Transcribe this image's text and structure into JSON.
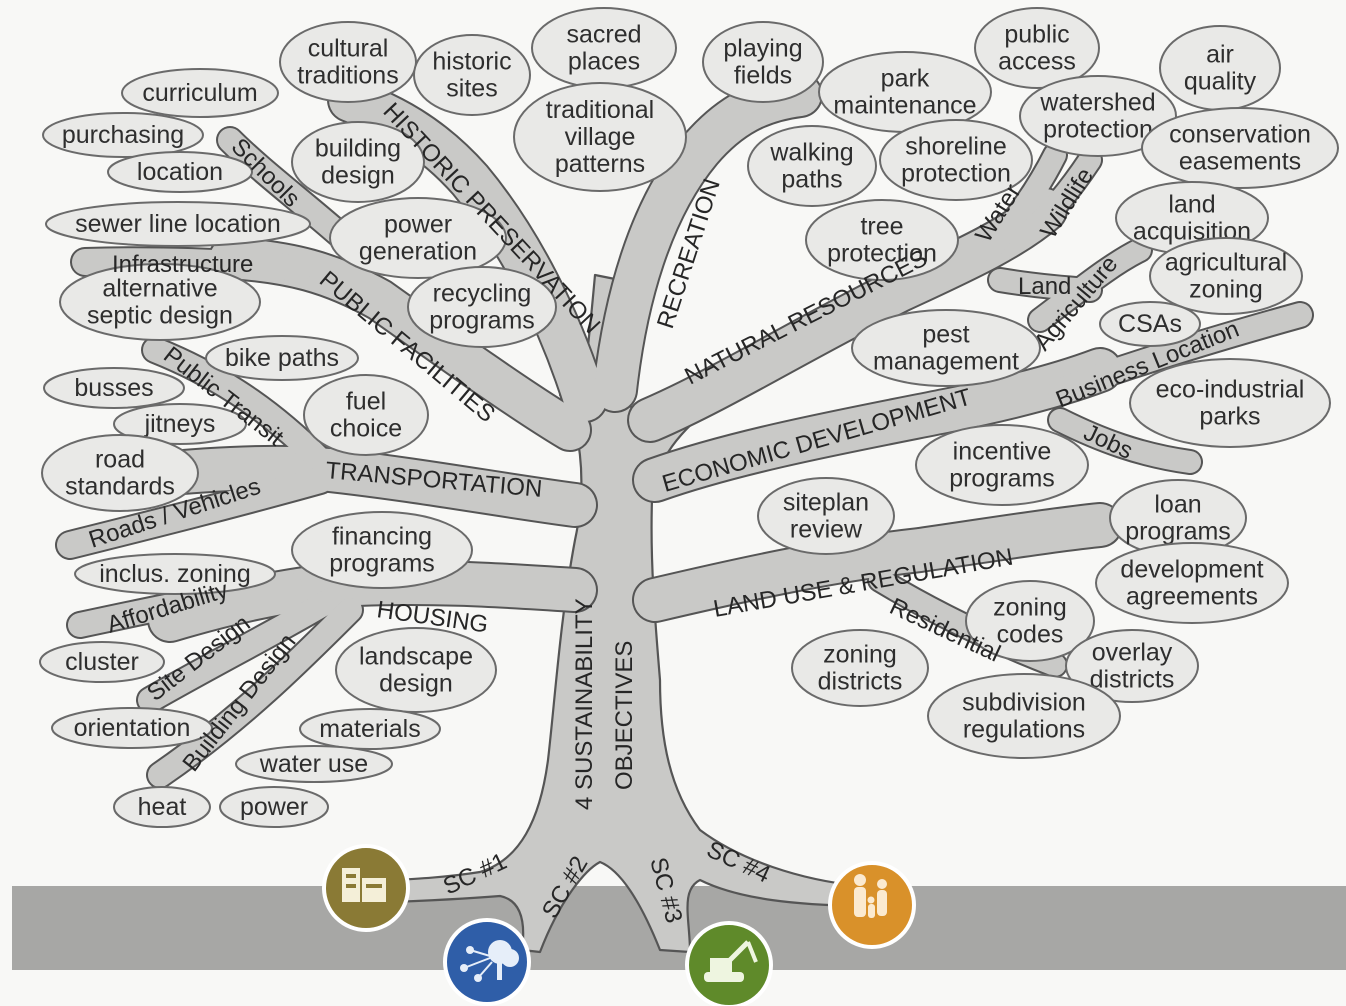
{
  "bubbles": {
    "cultural_traditions": [
      "cultural",
      "traditions"
    ],
    "historic_sites": [
      "historic",
      "sites"
    ],
    "sacred_places": [
      "sacred",
      "places"
    ],
    "curriculum": [
      "curriculum"
    ],
    "purchasing": [
      "purchasing"
    ],
    "location": [
      "location"
    ],
    "building_design": [
      "building",
      "design"
    ],
    "traditional_village_patterns": [
      "traditional",
      "village",
      "patterns"
    ],
    "sewer_line_location": [
      "sewer line location"
    ],
    "power_generation": [
      "power",
      "generation"
    ],
    "alternative_septic_design": [
      "alternative",
      "septic design"
    ],
    "recycling_programs": [
      "recycling",
      "programs"
    ],
    "bike_paths": [
      "bike paths"
    ],
    "busses": [
      "busses"
    ],
    "jitneys": [
      "jitneys"
    ],
    "fuel_choice": [
      "fuel",
      "choice"
    ],
    "road_standards": [
      "road",
      "standards"
    ],
    "financing_programs": [
      "financing",
      "programs"
    ],
    "inclus_zoning": [
      "inclus. zoning"
    ],
    "cluster": [
      "cluster"
    ],
    "landscape_design": [
      "landscape",
      "design"
    ],
    "orientation": [
      "orientation"
    ],
    "materials": [
      "materials"
    ],
    "water_use": [
      "water use"
    ],
    "heat": [
      "heat"
    ],
    "power": [
      "power"
    ],
    "playing_fields": [
      "playing",
      "fields"
    ],
    "park_maintenance": [
      "park",
      "maintenance"
    ],
    "public_access": [
      "public",
      "access"
    ],
    "air_quality": [
      "air",
      "quality"
    ],
    "watershed_protection": [
      "watershed",
      "protection"
    ],
    "conservation_easements": [
      "conservation",
      "easements"
    ],
    "walking_paths": [
      "walking",
      "paths"
    ],
    "shoreline_protection": [
      "shoreline",
      "protection"
    ],
    "tree_protection": [
      "tree",
      "protection"
    ],
    "land_acquisition": [
      "land",
      "acquisition"
    ],
    "agricultural_zoning": [
      "agricultural",
      "zoning"
    ],
    "csas": [
      "CSAs"
    ],
    "pest_management": [
      "pest",
      "management"
    ],
    "eco_industrial_parks": [
      "eco-industrial",
      "parks"
    ],
    "incentive_programs": [
      "incentive",
      "programs"
    ],
    "siteplan_review": [
      "siteplan",
      "review"
    ],
    "loan_programs": [
      "loan",
      "programs"
    ],
    "development_agreements": [
      "development",
      "agreements"
    ],
    "zoning_codes": [
      "zoning",
      "codes"
    ],
    "zoning_districts": [
      "zoning",
      "districts"
    ],
    "overlay_districts": [
      "overlay",
      "districts"
    ],
    "subdivision_regulations": [
      "subdivision",
      "regulations"
    ]
  },
  "branch_labels": {
    "historic_preservation": "HISTORIC PRESERVATION",
    "recreation": "RECREATION",
    "natural_resources": "NATURAL RESOURCES",
    "public_facilities": "PUBLIC FACILITIES",
    "transportation": "TRANSPORTATION",
    "economic_development": "ECONOMIC DEVELOPMENT",
    "housing": "HOUSING",
    "land_use_regulation": "LAND USE & REGULATION",
    "schools": "Schools",
    "infrastructure": "Infrastructure",
    "public_transit": "Public Transit",
    "roads_vehicles": "Roads / Vehicles",
    "affordability": "Affordability",
    "site_design": "Site Design",
    "building_design": "Building Design",
    "water": "Water",
    "wildlife": "Wildlife",
    "land": "Land",
    "agriculture": "Agriculture",
    "business_location": "Business Location",
    "jobs": "Jobs",
    "residential": "Residential"
  },
  "trunk_label": [
    "4 SUSTAINABILITY",
    "OBJECTIVES"
  ],
  "roots": [
    "SC #1",
    "SC #2",
    "SC #3",
    "SC #4"
  ],
  "icons": [
    "buildings-icon",
    "network-cloud-icon",
    "excavator-icon",
    "family-icon"
  ],
  "colors": {
    "icon_gold": "#8a7a35",
    "icon_blue": "#2f5ea8",
    "icon_green": "#5f8a2a",
    "icon_orange": "#d9912a",
    "trunk": "#c9c9c7",
    "ground": "#a7a7a5"
  }
}
